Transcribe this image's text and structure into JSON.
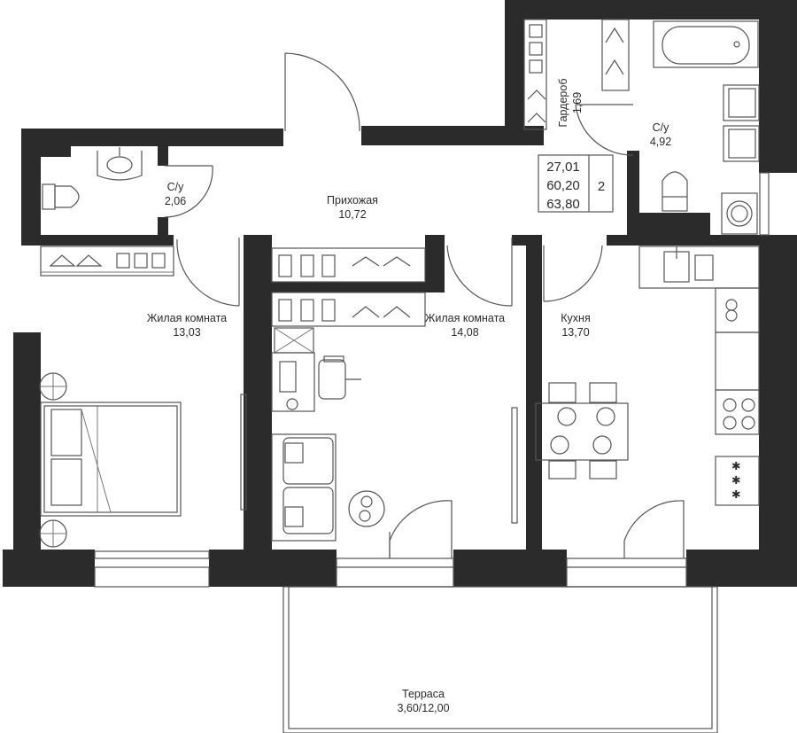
{
  "rooms": {
    "bathroom_small": {
      "name": "С/у",
      "area": "2,06"
    },
    "hallway": {
      "name": "Прихожая",
      "area": "10,72"
    },
    "wardrobe": {
      "name": "Гардероб",
      "area": "1,69"
    },
    "bathroom_large": {
      "name": "С/у",
      "area": "4,92"
    },
    "bedroom_left": {
      "name": "Жилая комната",
      "area": "13,03"
    },
    "bedroom_center": {
      "name": "Жилая комната",
      "area": "14,08"
    },
    "kitchen": {
      "name": "Кухня",
      "area": "13,70"
    },
    "terrace": {
      "name": "Терраса",
      "area": "3,60/12,00"
    }
  },
  "summary": {
    "living_area": "27,01",
    "total_area": "60,20",
    "total_with_terrace": "63,80",
    "rooms_count": "2"
  },
  "colors": {
    "wall": "#2b2b2b",
    "line": "#555555",
    "background": "#ffffff"
  }
}
